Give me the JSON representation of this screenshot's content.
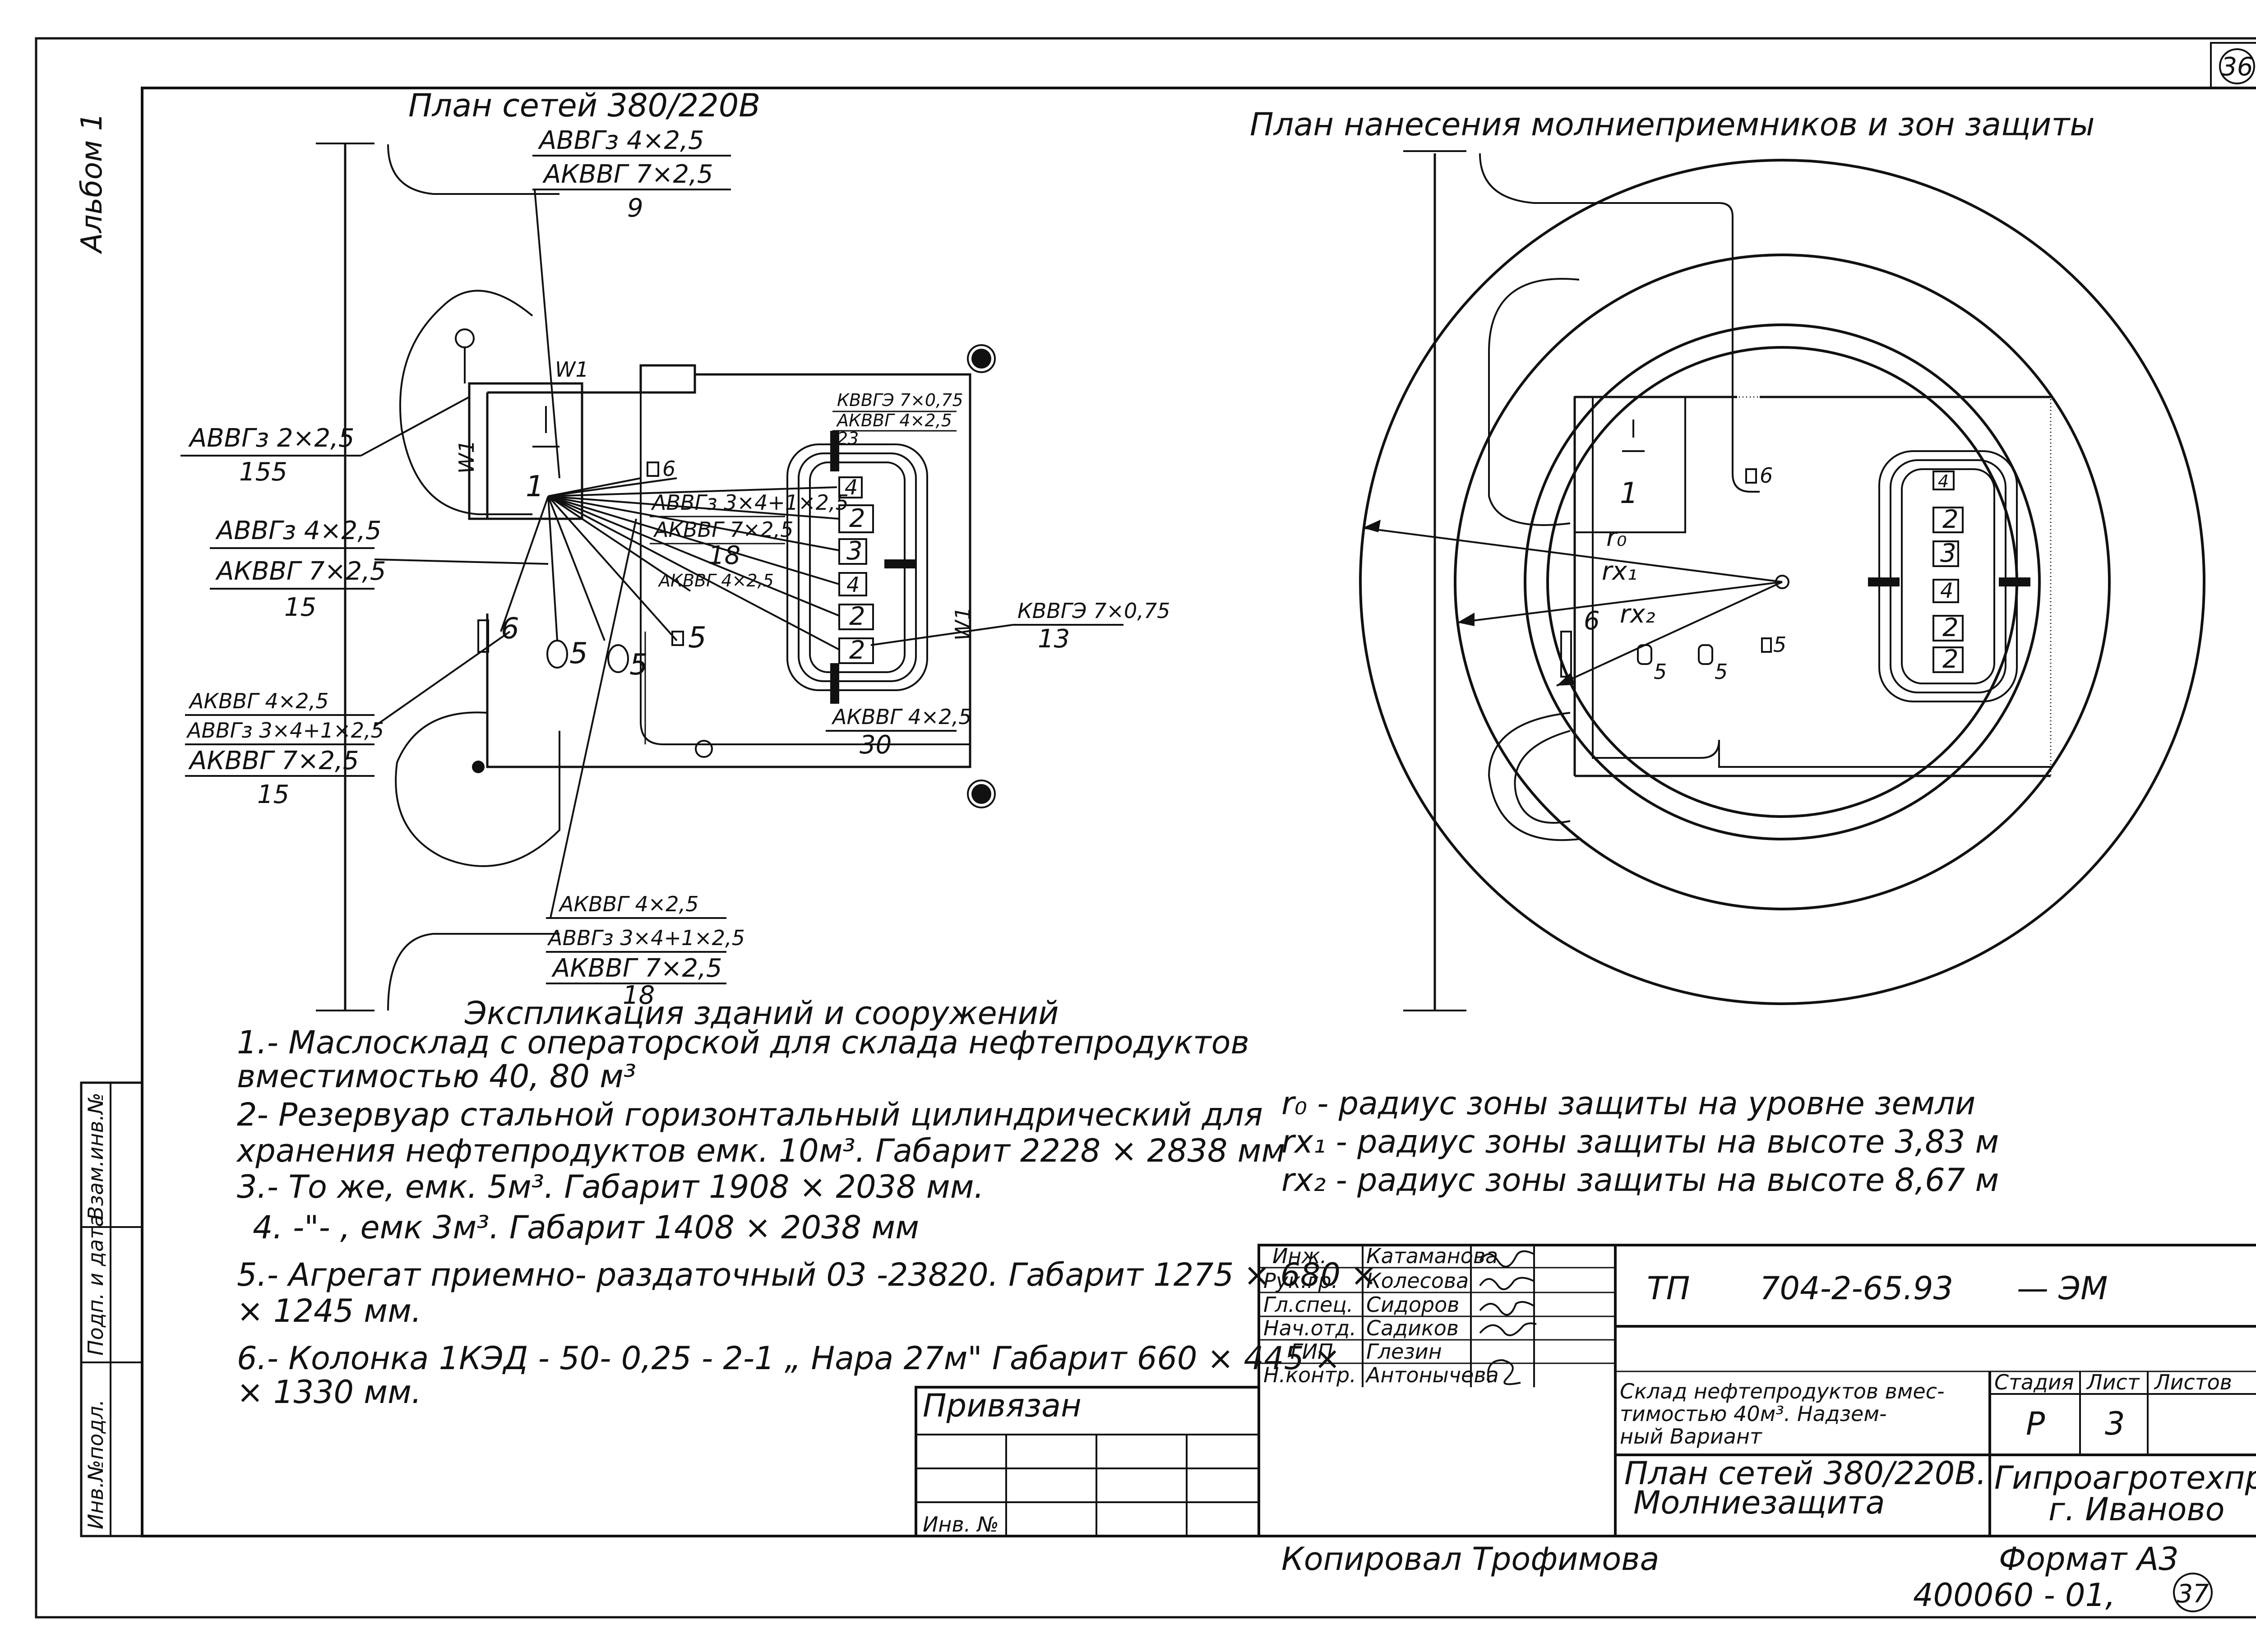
{
  "sheet_number": "36",
  "sheet_number_bottom": "37",
  "album_label": "Альбом 1",
  "side_stamp": [
    "Инв.№подл.",
    "Подп. и дата",
    "Взам.инв.№"
  ],
  "left_plan": {
    "title": "План сетей 380/220В",
    "nodes": [
      {
        "id": "1",
        "label": "1"
      },
      {
        "id": "2a",
        "label": "2"
      },
      {
        "id": "3",
        "label": "3"
      },
      {
        "id": "4a",
        "label": "4"
      },
      {
        "id": "4b",
        "label": "4"
      },
      {
        "id": "2b",
        "label": "2"
      },
      {
        "id": "2c",
        "label": "2"
      },
      {
        "id": "5a",
        "label": "5"
      },
      {
        "id": "5b",
        "label": "5"
      },
      {
        "id": "5c",
        "label": "5"
      },
      {
        "id": "6a",
        "label": "6"
      },
      {
        "id": "6b",
        "label": "6"
      }
    ],
    "wire_labels": [
      "W1",
      "W1",
      "W1"
    ],
    "cable_callouts": [
      {
        "lines": [
          "АВВГз 4×2,5",
          "АКВВГ 7×2,5"
        ],
        "length": "9"
      },
      {
        "lines": [
          "АВВГз 2×2,5"
        ],
        "length": "155"
      },
      {
        "lines": [
          "АВВГз 4×2,5",
          "АКВВГ 7×2,5"
        ],
        "length": "15"
      },
      {
        "lines": [
          "АКВВГ 4×2,5",
          "АВВГз 3×4+1×2,5",
          "АКВВГ 7×2,5"
        ],
        "length": "15"
      },
      {
        "lines": [
          "АКВВГ 4×2,5",
          "АВВГз 3×4+1×2,5",
          "АКВВГ 7×2,5"
        ],
        "length": "18"
      },
      {
        "lines": [
          "КВВГЭ 7×0,75"
        ],
        "length": "13"
      },
      {
        "lines": [
          "КВВГЭ 7×0,75",
          "АКВВГ 4×2,5"
        ],
        "length": "23"
      },
      {
        "lines": [
          "АВВГз 3×4+1×2,5",
          "АКВВГ 7×2,5"
        ],
        "length": "18"
      },
      {
        "lines": [
          "АКВВГ 4×2,5"
        ],
        "length": "30"
      }
    ],
    "inner_label": "АКВВГ 4×2,5"
  },
  "right_plan": {
    "title": "План нанесения   молниеприемников  и  зон  защиты",
    "radius_labels": [
      "r₀",
      "rx₁",
      "rx₂"
    ],
    "nodes": [
      "1",
      "6",
      "6",
      "5",
      "5",
      "5",
      "4",
      "2",
      "3",
      "4",
      "2",
      "2"
    ]
  },
  "explication": {
    "title": "Экспликация  зданий  и  сооружений",
    "items": [
      "1.- Маслосклад  с операторской  для  склада  нефтепродуктов",
      "вместимостью  40, 80 м³",
      "2- Резервуар  стальной  горизонтальный  цилиндрический  для",
      "хранения  нефтепродуктов  емк. 10м³. Габарит  2228 × 2838 мм",
      "3.- То же,  емк. 5м³.  Габарит  1908 × 2038 мм.",
      "4.  -\"-  ,  емк  3м³.  Габарит  1408 × 2038 мм",
      "5.- Агрегат  приемно-  раздаточный  03 -23820.  Габарит  1275 × 680 ×",
      "× 1245 мм.",
      "6.- Колонка   1КЭД - 50- 0,25 - 2-1 „ Нара 27м\"   Габарит  660 × 445 ×",
      "× 1330 мм."
    ]
  },
  "radius_notes": [
    "r₀ - радиус  зоны  защиты  на  уровне  земли",
    "rx₁ - радиус   зоны   защиты   на  высоте  3,83 м",
    "rx₂ - радиус   зоны   защиты   на  высоте  8,67 м"
  ],
  "title_block": {
    "roles": [
      "Инж.",
      "Рук.гр.",
      "Гл.спец.",
      "Нач.отд.",
      "ГИП",
      "Н.контр."
    ],
    "names": [
      "Катаманова",
      "Колесова",
      "Сидоров",
      "Садиков",
      "Глезин",
      "Антонычева"
    ],
    "code_prefix": "ТП",
    "code": "704-2-65.93",
    "code_suffix": "— ЭМ",
    "project_name": "Склад нефтепродуктов вместимостью 40м³. Надземный вариант",
    "project_lines": [
      "Склад нефтепродуктов вмес-",
      "тимостью  40м³. Надзем-",
      "ный  Вариант"
    ],
    "sheet_title_lines": [
      "План  сетей  380/220В.",
      "Молниезащита"
    ],
    "stage_header": "Стадия",
    "sheet_header": "Лист",
    "sheets_header": "Листов",
    "stage": "Р",
    "sheet": "3",
    "sheets": "",
    "org_lines": [
      "Гипроагротехпром",
      "г. Иваново"
    ],
    "privyazan": "Привязан",
    "inv_no": "Инв. №"
  },
  "footer": {
    "copied_by": "Копировал  Трофимова",
    "format": "Формат А3",
    "archive_no": "400060 - 01,"
  }
}
